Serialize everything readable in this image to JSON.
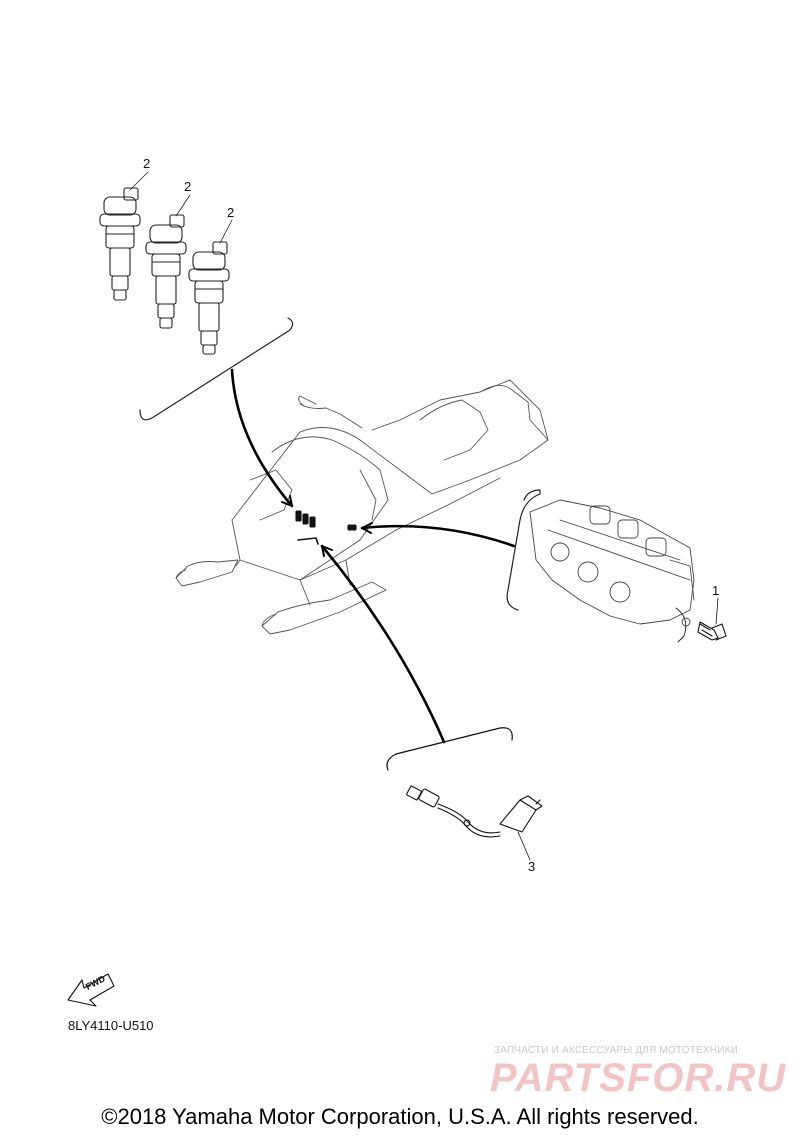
{
  "callouts": {
    "part1": "1",
    "part2a": "2",
    "part2b": "2",
    "part2c": "2",
    "part3": "3"
  },
  "fwd_arrow_label": "FWD",
  "diagram_code": "8LY4110-U510",
  "watermark": {
    "subtitle": "ЗАПЧАСТИ И АКСЕССУАРЫ ДЛЯ МОТОТЕХНИКИ",
    "logo": "PARTSFOR.RU"
  },
  "copyright": "©2018 Yamaha Motor Corporation, U.S.A. All rights reserved."
}
